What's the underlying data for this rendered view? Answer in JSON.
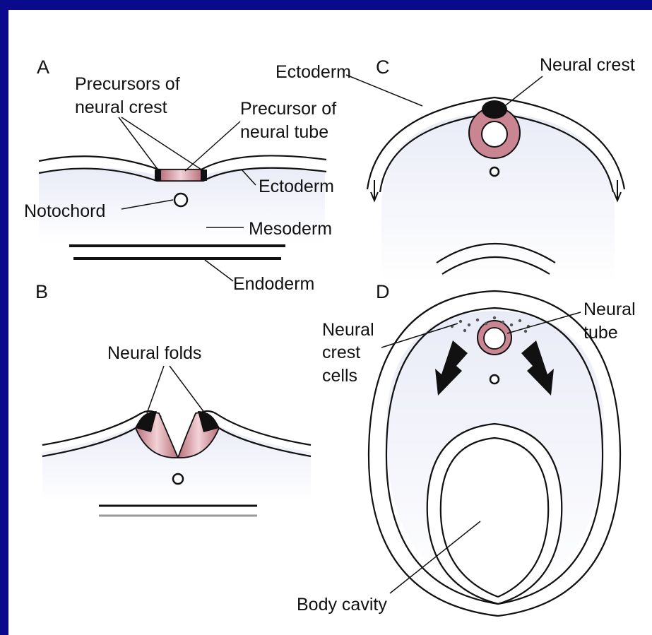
{
  "panels": {
    "a": {
      "letter": "A",
      "precursors_line1": "Precursors of",
      "precursors_line2": "neural crest",
      "precursor_tube_line1": "Precursor of",
      "precursor_tube_line2": "neural tube",
      "ectoderm": "Ectoderm",
      "notochord": "Notochord",
      "mesoderm": "Mesoderm",
      "endoderm": "Endoderm"
    },
    "b": {
      "letter": "B",
      "neural_folds": "Neural folds"
    },
    "c": {
      "letter": "C",
      "ectoderm": "Ectoderm",
      "neural_crest": "Neural crest"
    },
    "d": {
      "letter": "D",
      "neural_crest_cells_line1": "Neural",
      "neural_crest_cells_line2": "crest",
      "neural_crest_cells_line3": "cells",
      "neural_tube_line1": "Neural",
      "neural_tube_line2": "tube",
      "body_cavity": "Body cavity"
    }
  },
  "colors": {
    "border": "#0a0a8c",
    "tissue_fill": "#e4e6f4",
    "neural_pink": "#d49aa2",
    "crest_black": "#111111"
  }
}
